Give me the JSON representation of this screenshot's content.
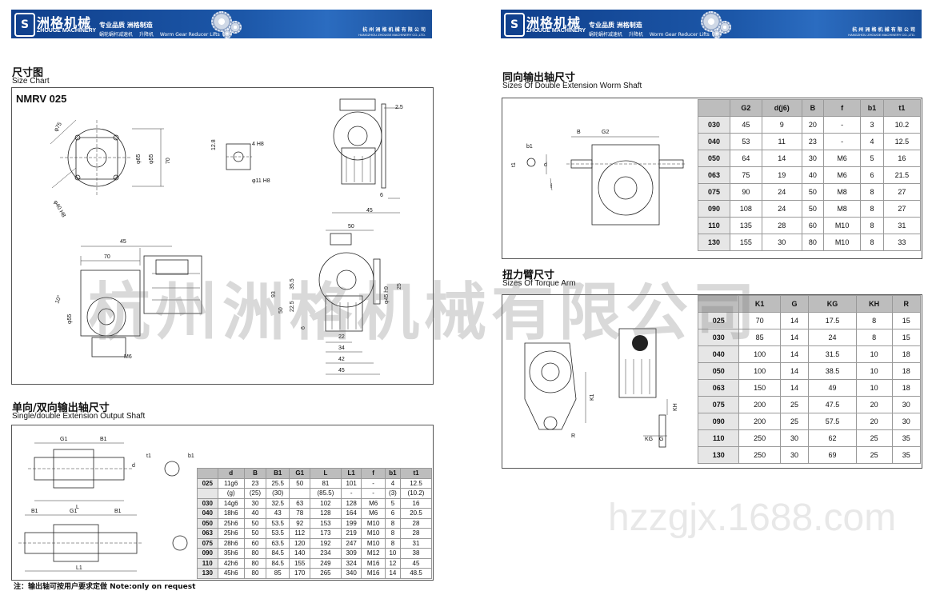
{
  "banner": {
    "logo": "S",
    "company_cn": "洲格机械",
    "company_en": "ZHOUGE MACHINERY",
    "slogan": "专业品质  洲格制造",
    "products": [
      "蜗轮蜗杆减速机",
      "升降机",
      "Worm Gear Reducer Lifts"
    ],
    "company_full_cn": "杭 州 洲 格 机 械 有 限 公 司",
    "company_full_en": "HANGZHOU ZHOUGE MACHINERY CO.,LTD."
  },
  "size_chart": {
    "title_cn": "尺寸图",
    "title_en": "Size Chart",
    "model": "NMRV 025",
    "dims": [
      "φ75",
      "φ65",
      "φ55",
      "70",
      "φ40 H8",
      "12.8",
      "4 H8",
      "φ11 H8",
      "2.5",
      "6",
      "45",
      "50",
      "45",
      "70",
      "10°",
      "φ55",
      "M6",
      "93",
      "35.5",
      "22.5",
      "50",
      "φ45 h9",
      "25",
      "6",
      "22",
      "34",
      "42",
      "45"
    ]
  },
  "output_shaft": {
    "title_cn": "单向/双向输出轴尺寸",
    "title_en": "Single/double Extension Output Shaft",
    "labels": [
      "G1",
      "B1",
      "L",
      "B1",
      "G1",
      "B1",
      "L1",
      "d",
      "t1",
      "b1"
    ],
    "headers": [
      "",
      "d",
      "B",
      "B1",
      "G1",
      "L",
      "L1",
      "f",
      "b1",
      "t1"
    ],
    "rows": [
      [
        "025",
        "11g6",
        "23",
        "25.5",
        "50",
        "81",
        "101",
        "-",
        "4",
        "12.5"
      ],
      [
        "",
        "(g)",
        "(25)",
        "(30)",
        "",
        "(85.5)",
        "-",
        "-",
        "(3)",
        "(10.2)"
      ],
      [
        "030",
        "14g6",
        "30",
        "32.5",
        "63",
        "102",
        "128",
        "M6",
        "5",
        "16"
      ],
      [
        "040",
        "18h6",
        "40",
        "43",
        "78",
        "128",
        "164",
        "M6",
        "6",
        "20.5"
      ],
      [
        "050",
        "25h6",
        "50",
        "53.5",
        "92",
        "153",
        "199",
        "M10",
        "8",
        "28"
      ],
      [
        "063",
        "25h6",
        "50",
        "53.5",
        "112",
        "173",
        "219",
        "M10",
        "8",
        "28"
      ],
      [
        "075",
        "28h6",
        "60",
        "63.5",
        "120",
        "192",
        "247",
        "M10",
        "8",
        "31"
      ],
      [
        "090",
        "35h6",
        "80",
        "84.5",
        "140",
        "234",
        "309",
        "M12",
        "10",
        "38"
      ],
      [
        "110",
        "42h6",
        "80",
        "84.5",
        "155",
        "249",
        "324",
        "M16",
        "12",
        "45"
      ],
      [
        "130",
        "45h6",
        "80",
        "85",
        "170",
        "265",
        "340",
        "M16",
        "14",
        "48.5"
      ]
    ],
    "note": "注：输出轴可按用户要求定做  Note:only on request"
  },
  "double_shaft": {
    "title_cn": "同向输出轴尺寸",
    "title_en": "Sizes Of Double Extension Worm Shaft",
    "labels": [
      "B",
      "G2",
      "b1",
      "t1",
      "d",
      "f"
    ],
    "headers": [
      "",
      "G2",
      "d(j6)",
      "B",
      "f",
      "b1",
      "t1"
    ],
    "rows": [
      [
        "030",
        "45",
        "9",
        "20",
        "-",
        "3",
        "10.2"
      ],
      [
        "040",
        "53",
        "11",
        "23",
        "-",
        "4",
        "12.5"
      ],
      [
        "050",
        "64",
        "14",
        "30",
        "M6",
        "5",
        "16"
      ],
      [
        "063",
        "75",
        "19",
        "40",
        "M6",
        "6",
        "21.5"
      ],
      [
        "075",
        "90",
        "24",
        "50",
        "M8",
        "8",
        "27"
      ],
      [
        "090",
        "108",
        "24",
        "50",
        "M8",
        "8",
        "27"
      ],
      [
        "110",
        "135",
        "28",
        "60",
        "M10",
        "8",
        "31"
      ],
      [
        "130",
        "155",
        "30",
        "80",
        "M10",
        "8",
        "33"
      ]
    ]
  },
  "torque_arm": {
    "title_cn": "扭力臂尺寸",
    "title_en": "Sizes Of Torque Arm",
    "labels": [
      "K1",
      "R",
      "KG",
      "G",
      "KH"
    ],
    "headers": [
      "",
      "K1",
      "G",
      "KG",
      "KH",
      "R"
    ],
    "rows": [
      [
        "025",
        "70",
        "14",
        "17.5",
        "8",
        "15"
      ],
      [
        "030",
        "85",
        "14",
        "24",
        "8",
        "15"
      ],
      [
        "040",
        "100",
        "14",
        "31.5",
        "10",
        "18"
      ],
      [
        "050",
        "100",
        "14",
        "38.5",
        "10",
        "18"
      ],
      [
        "063",
        "150",
        "14",
        "49",
        "10",
        "18"
      ],
      [
        "075",
        "200",
        "25",
        "47.5",
        "20",
        "30"
      ],
      [
        "090",
        "200",
        "25",
        "57.5",
        "20",
        "30"
      ],
      [
        "110",
        "250",
        "30",
        "62",
        "25",
        "35"
      ],
      [
        "130",
        "250",
        "30",
        "69",
        "25",
        "35"
      ]
    ]
  },
  "watermark": "杭州洲格机械有限公司",
  "watermark2": "hzzgjx.1688.com"
}
